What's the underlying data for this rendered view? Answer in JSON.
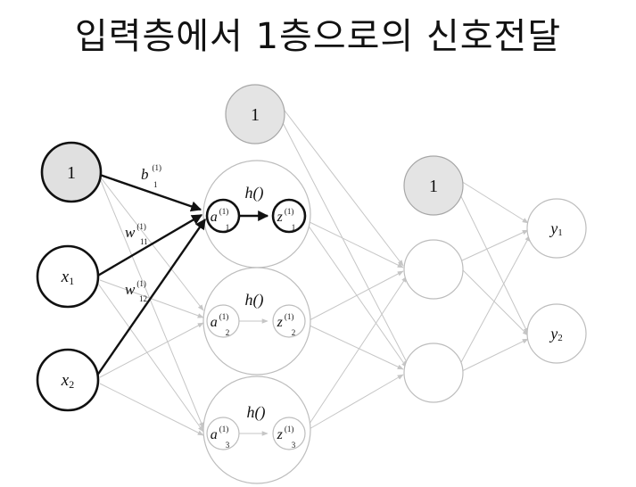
{
  "title": "입력층에서 1층으로의 신호전달",
  "input_layer": {
    "bias": "1",
    "x1_base": "x",
    "x1_sub": "1",
    "x2_base": "x",
    "x2_sub": "2"
  },
  "hidden_layer_1": {
    "bias": "1",
    "activation": "h()",
    "superscript": "(1)",
    "a_base": "a",
    "z_base": "z",
    "subs": [
      "1",
      "2",
      "3"
    ]
  },
  "hidden_layer_2": {
    "bias": "1"
  },
  "output_layer": {
    "y1_base": "y",
    "y1_sub": "1",
    "y2_base": "y",
    "y2_sub": "2"
  },
  "weights": {
    "bias_base": "b",
    "bias_sup": "(1)",
    "bias_sub": "1",
    "w11_base": "w",
    "w11_sup": "(1)",
    "w11_sub": "11",
    "w12_base": "w",
    "w12_sup": "(1)",
    "w12_sub": "12"
  },
  "colors": {
    "highlight": "#111111",
    "muted": "#c6c6c6",
    "bias_fill": "#e4e4e4"
  }
}
